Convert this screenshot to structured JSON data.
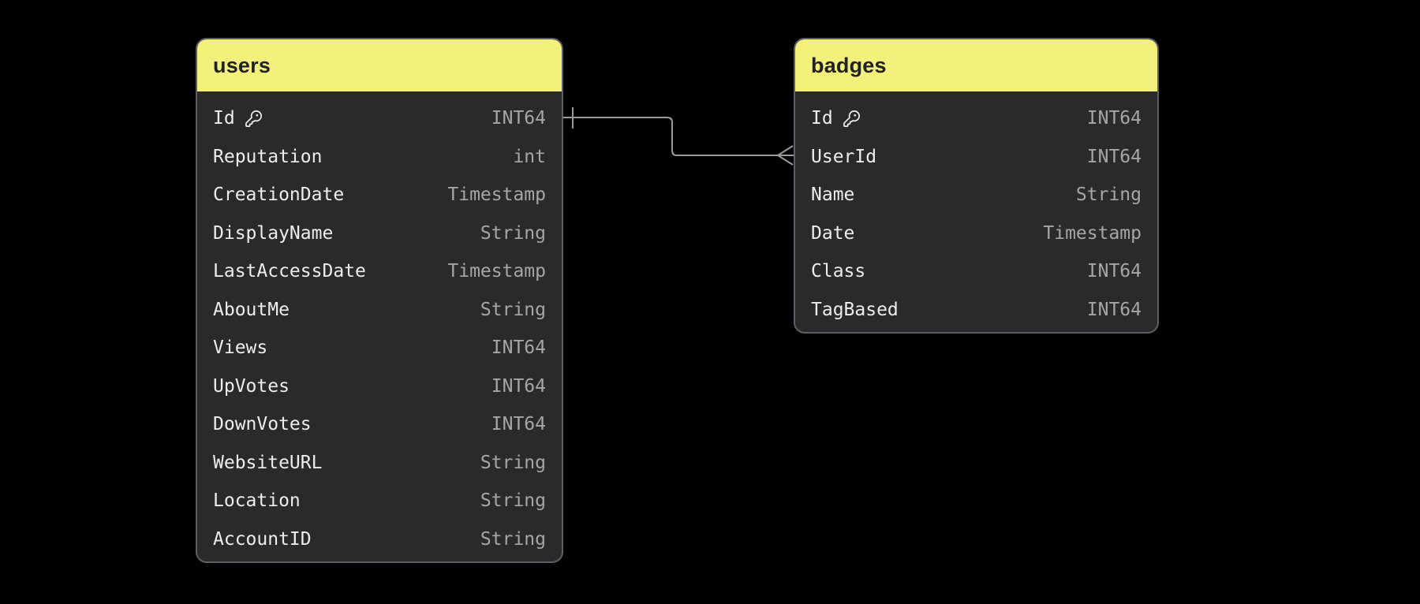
{
  "diagram": {
    "background": "#000000",
    "colors": {
      "header_bg": "#F4F07C",
      "header_text": "#222222",
      "table_bg": "#2A2A2B",
      "table_border": "#5E5E66",
      "field_text": "#EDEDED",
      "type_text": "#A6A6A6",
      "relationship_line": "#9A9A9A"
    },
    "tables": [
      {
        "id": "users",
        "title": "users",
        "fields": [
          {
            "name": "Id",
            "type": "INT64",
            "primary_key": true
          },
          {
            "name": "Reputation",
            "type": "int",
            "primary_key": false
          },
          {
            "name": "CreationDate",
            "type": "Timestamp",
            "primary_key": false
          },
          {
            "name": "DisplayName",
            "type": "String",
            "primary_key": false
          },
          {
            "name": "LastAccessDate",
            "type": "Timestamp",
            "primary_key": false
          },
          {
            "name": "AboutMe",
            "type": "String",
            "primary_key": false
          },
          {
            "name": "Views",
            "type": "INT64",
            "primary_key": false
          },
          {
            "name": "UpVotes",
            "type": "INT64",
            "primary_key": false
          },
          {
            "name": "DownVotes",
            "type": "INT64",
            "primary_key": false
          },
          {
            "name": "WebsiteURL",
            "type": "String",
            "primary_key": false
          },
          {
            "name": "Location",
            "type": "String",
            "primary_key": false
          },
          {
            "name": "AccountID",
            "type": "String",
            "primary_key": false
          }
        ]
      },
      {
        "id": "badges",
        "title": "badges",
        "fields": [
          {
            "name": "Id",
            "type": "INT64",
            "primary_key": true
          },
          {
            "name": "UserId",
            "type": "INT64",
            "primary_key": false
          },
          {
            "name": "Name",
            "type": "String",
            "primary_key": false
          },
          {
            "name": "Date",
            "type": "Timestamp",
            "primary_key": false
          },
          {
            "name": "Class",
            "type": "INT64",
            "primary_key": false
          },
          {
            "name": "TagBased",
            "type": "INT64",
            "primary_key": false
          }
        ]
      }
    ],
    "relationships": [
      {
        "from_table": "users",
        "from_field": "Id",
        "to_table": "badges",
        "to_field": "UserId",
        "from_cardinality": "one",
        "to_cardinality": "many"
      }
    ]
  }
}
